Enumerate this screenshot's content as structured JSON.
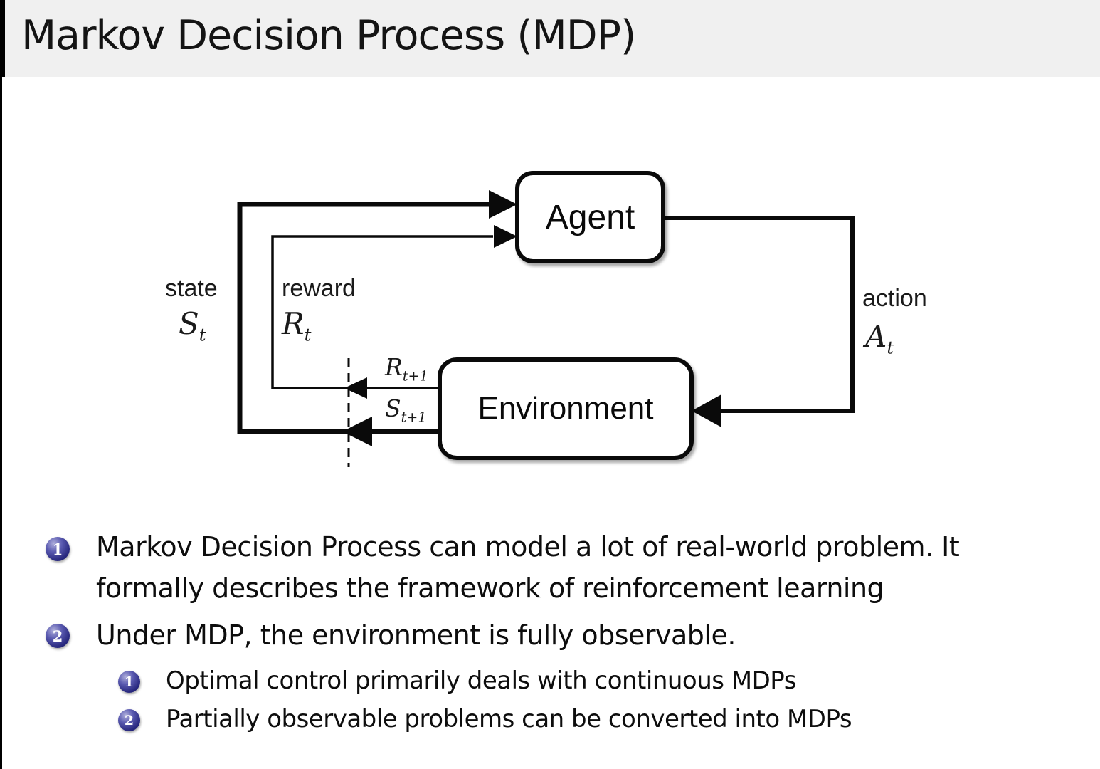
{
  "title": "Markov Decision Process (MDP)",
  "diagram": {
    "agent_label": "Agent",
    "environment_label": "Environment",
    "state_word": "state",
    "reward_word": "reward",
    "action_word": "action",
    "state_symbol": {
      "base": "S",
      "sub": "t"
    },
    "reward_symbol": {
      "base": "R",
      "sub": "t"
    },
    "action_symbol": {
      "base": "A",
      "sub": "t"
    },
    "next_reward_symbol": {
      "base": "R",
      "sub": "t+1"
    },
    "next_state_symbol": {
      "base": "S",
      "sub": "t+1"
    }
  },
  "bullets": {
    "item1": {
      "number": "1",
      "lines": [
        "Markov Decision Process can model a lot of real-world problem. It",
        "formally describes the framework of reinforcement learning"
      ]
    },
    "item2": {
      "number": "2",
      "text": "Under MDP, the environment is fully observable."
    },
    "sub1": {
      "number": "1",
      "text": "Optimal control primarily deals with continuous MDPs"
    },
    "sub2": {
      "number": "2",
      "text": "Partially observable problems can be converted into MDPs"
    }
  },
  "colors": {
    "title_bar_bg": "#f0f0f0",
    "slide_bg": "#ffffff",
    "text": "#0d0d0d",
    "diagram_stroke": "#0a0a0a",
    "bullet_ball_dark": "#141460",
    "bullet_ball_mid": "#28287e",
    "bullet_ball_light": "#b0b0dc",
    "bullet_number": "#ffffff"
  }
}
